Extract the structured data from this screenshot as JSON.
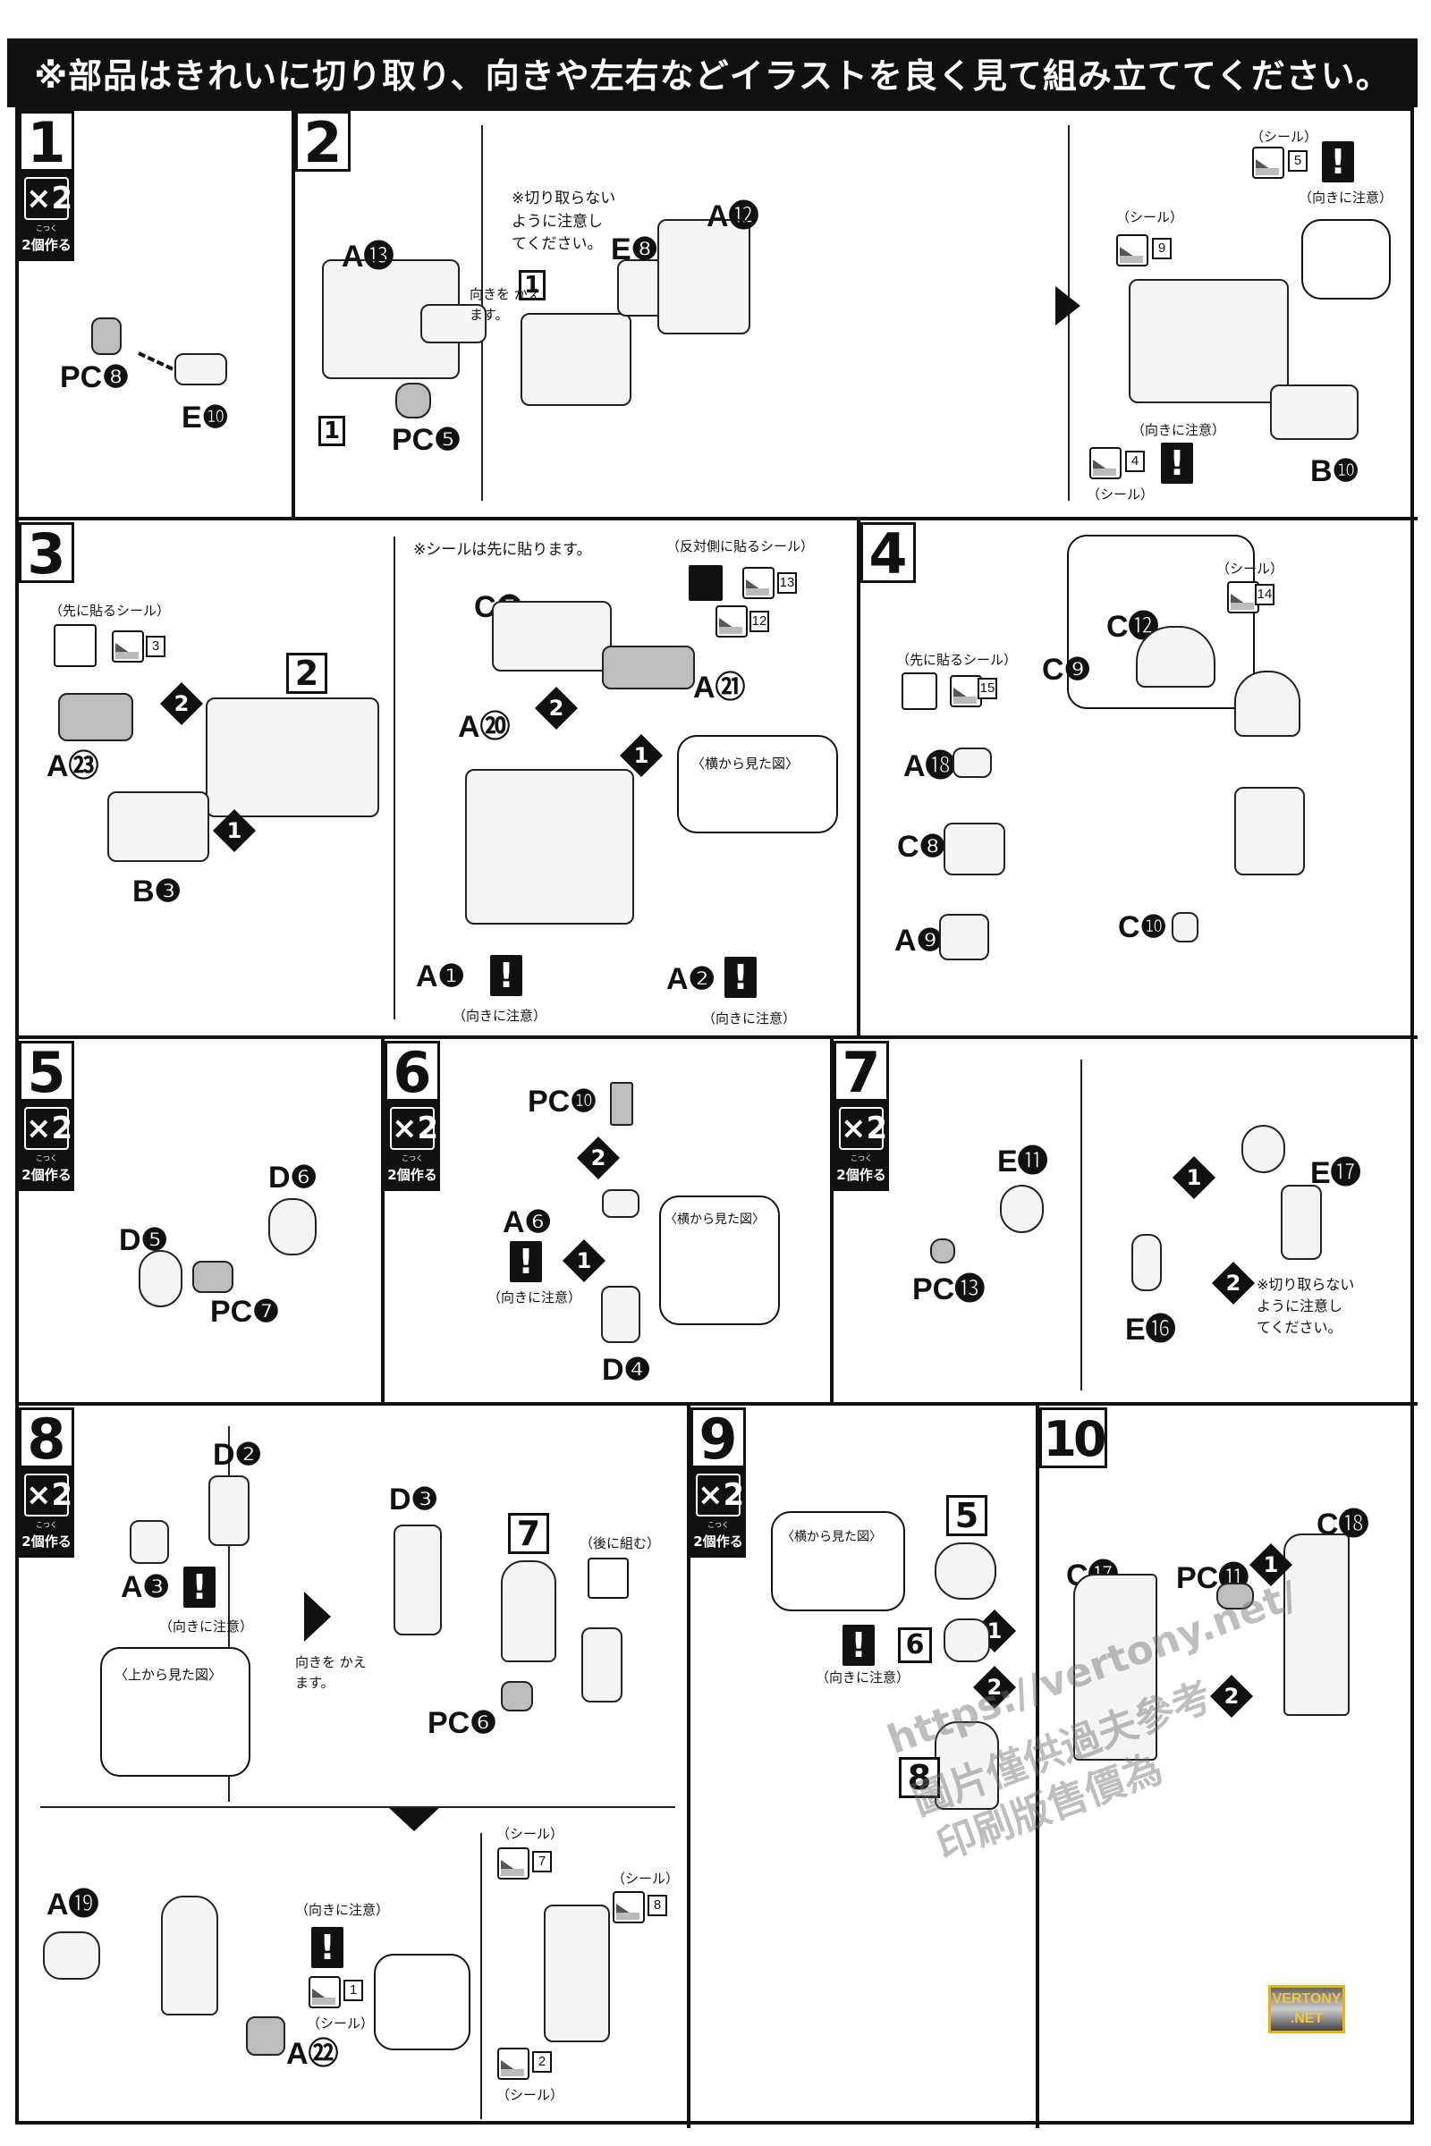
{
  "banner": {
    "text": "※部品はきれいに切り取り、向きや左右などイラストを良く見て組み立ててください。"
  },
  "common": {
    "make_two": "2個作る",
    "make_two_ruby": "こつく",
    "times_two": "×2",
    "caution": "（向きに注意）",
    "seal": "（シール）",
    "seal_first": "（先に貼るシール）",
    "side_view": "〈横から見た図〉",
    "top_view": "〈上から見た図〉",
    "turn_over": "向きを かえます。",
    "do_not_cut": "※切り取らない ように注意し てください。",
    "warning_mark": "!"
  },
  "steps": [
    {
      "number": "1",
      "multiplier": true,
      "parts": [
        "PC❽",
        "E❿"
      ]
    },
    {
      "number": "2",
      "parts": [
        "A⓭",
        "PC❺",
        "E❽",
        "A⓬",
        "B❿"
      ],
      "refs": [
        "1",
        "1"
      ],
      "seals": [
        "5",
        "9",
        "4"
      ]
    },
    {
      "number": "3",
      "parts": [
        "A㉓",
        "B❸",
        "C❺",
        "A⑳",
        "A㉑",
        "A❶",
        "A❷"
      ],
      "refs": [
        "2"
      ],
      "seals": [
        "3",
        "13",
        "12"
      ],
      "note_seal_first": "※シールは先に貼ります。",
      "note_opposite": "（反対側に貼るシール）"
    },
    {
      "number": "4",
      "parts": [
        "C⓬",
        "C❾",
        "A⓲",
        "C❽",
        "A❾",
        "C❿"
      ],
      "seals": [
        "14",
        "15"
      ]
    },
    {
      "number": "5",
      "multiplier": true,
      "parts": [
        "D❻",
        "D❺",
        "PC❼"
      ]
    },
    {
      "number": "6",
      "multiplier": true,
      "parts": [
        "PC❿",
        "A❻",
        "D❹"
      ]
    },
    {
      "number": "7",
      "multiplier": true,
      "parts": [
        "E⓫",
        "PC⓭",
        "E⓱",
        "E⓰"
      ]
    },
    {
      "number": "8",
      "multiplier": true,
      "parts": [
        "D❷",
        "A❸",
        "D❸",
        "PC❻",
        "A⓳",
        "A㉒"
      ],
      "refs": [
        "7"
      ],
      "seals": [
        "1",
        "7",
        "8",
        "2"
      ],
      "note_later": "（後に組む）"
    },
    {
      "number": "9",
      "multiplier": true,
      "refs": [
        "5",
        "6",
        "8"
      ]
    },
    {
      "number": "10",
      "parts": [
        "C⓲",
        "C⓱",
        "PC⓫"
      ]
    }
  ],
  "watermark": {
    "url": "https://vertony.net/",
    "line1": "圖片僅供過夫參考",
    "line2": "印刷版售價為"
  },
  "badge": {
    "line1": "VERTONY",
    "line2": ".NET"
  }
}
